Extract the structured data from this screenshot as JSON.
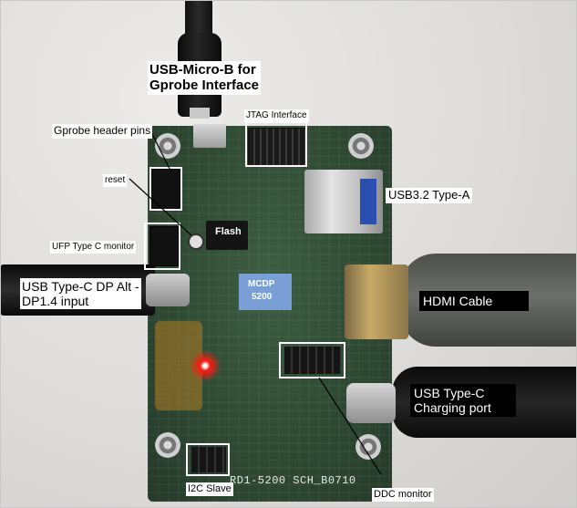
{
  "photo": {
    "board_silkscreen": "RD1-5200 SCH_B0710",
    "chip_label": [
      "MCDP",
      "5200"
    ],
    "flash_label": "Flash"
  },
  "labels": {
    "usb_micro_b": [
      "USB-Micro-B for",
      "Gprobe Interface"
    ],
    "jtag": "JTAG Interface",
    "gprobe_header": "Gprobe header pins",
    "reset": "reset",
    "usb32_type_a": "USB3.2 Type-A",
    "ufp_monitor": "UFP Type C monitor",
    "usbc_dp_alt": [
      "USB Type-C DP Alt -",
      "DP1.4 input"
    ],
    "hdmi_cable": "HDMI Cable",
    "usbc_charging": [
      "USB Type-C",
      "Charging port"
    ],
    "i2c_slave": "I2C Slave",
    "ddc_monitor": "DDC monitor"
  },
  "colors": {
    "pcb": "#2f4a33",
    "label_bg": "#ffffff",
    "hdmi_label_bg": "#000000",
    "annotation_box": "#ffffff",
    "led": "#ff1a10",
    "chip": "#7a9fd6"
  }
}
